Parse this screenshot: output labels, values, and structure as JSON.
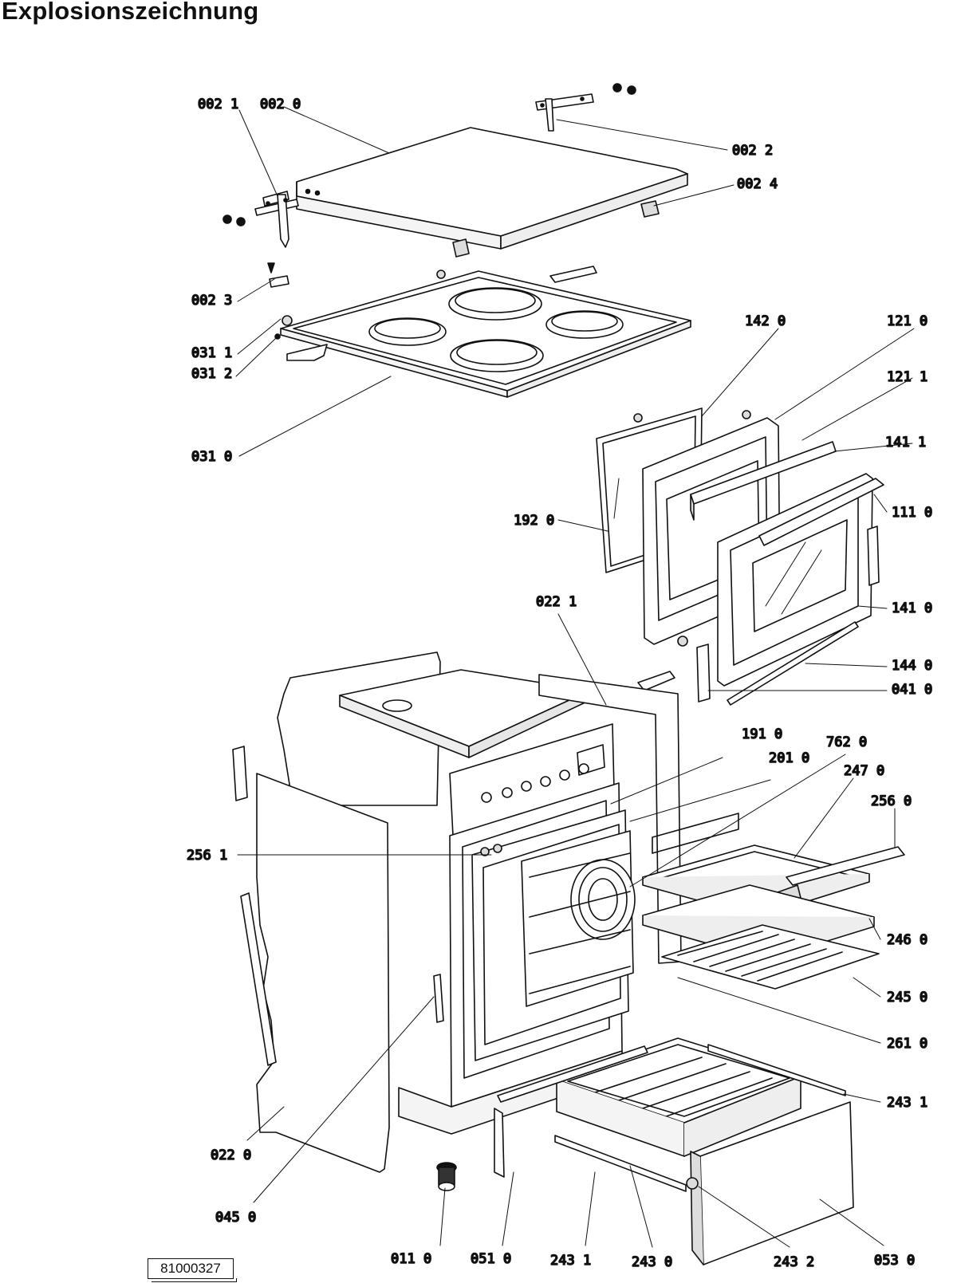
{
  "title": "Explosionszeichnung",
  "document_number": "81000327",
  "part_labels": [
    {
      "id": "002_1",
      "text": "002 1"
    },
    {
      "id": "002_0",
      "text": "002 0"
    },
    {
      "id": "002_2",
      "text": "002 2"
    },
    {
      "id": "002_4",
      "text": "002 4"
    },
    {
      "id": "002_3",
      "text": "002 3"
    },
    {
      "id": "031_1",
      "text": "031 1"
    },
    {
      "id": "031_2",
      "text": "031 2"
    },
    {
      "id": "031_0",
      "text": "031 0"
    },
    {
      "id": "142_0",
      "text": "142 0"
    },
    {
      "id": "121_0",
      "text": "121 0"
    },
    {
      "id": "121_1",
      "text": "121 1"
    },
    {
      "id": "141_1",
      "text": "141 1"
    },
    {
      "id": "111_0",
      "text": "111 0"
    },
    {
      "id": "192_0",
      "text": "192 0"
    },
    {
      "id": "141_0",
      "text": "141 0"
    },
    {
      "id": "144_0",
      "text": "144 0"
    },
    {
      "id": "041_0",
      "text": "041 0"
    },
    {
      "id": "022_1",
      "text": "022 1"
    },
    {
      "id": "191_0",
      "text": "191 0"
    },
    {
      "id": "762_0",
      "text": "762 0"
    },
    {
      "id": "201_0",
      "text": "201 0"
    },
    {
      "id": "247_0",
      "text": "247 0"
    },
    {
      "id": "256_0",
      "text": "256 0"
    },
    {
      "id": "256_1",
      "text": "256 1"
    },
    {
      "id": "246_0",
      "text": "246 0"
    },
    {
      "id": "245_0",
      "text": "245 0"
    },
    {
      "id": "261_0",
      "text": "261 0"
    },
    {
      "id": "243_1a",
      "text": "243 1"
    },
    {
      "id": "022_0",
      "text": "022 0"
    },
    {
      "id": "045_0",
      "text": "045 0"
    },
    {
      "id": "011_0",
      "text": "011 0"
    },
    {
      "id": "051_0",
      "text": "051 0"
    },
    {
      "id": "243_1b",
      "text": "243 1"
    },
    {
      "id": "243_0",
      "text": "243 0"
    },
    {
      "id": "243_2",
      "text": "243 2"
    },
    {
      "id": "053_0",
      "text": "053 0"
    }
  ]
}
